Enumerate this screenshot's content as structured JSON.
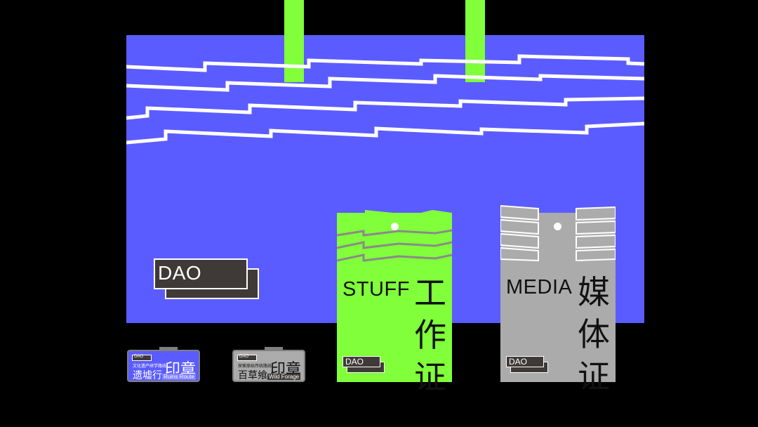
{
  "colors": {
    "tote": "#5b5cff",
    "green": "#80ff3a",
    "gray": "#ababab",
    "dark": "#3f3a38"
  },
  "tote_logo": {
    "text": "DAO"
  },
  "cards": [
    {
      "id": "staff",
      "en": "STUFF",
      "cn": [
        "工",
        "作",
        "证"
      ],
      "logo": "DAO",
      "color": "green"
    },
    {
      "id": "media",
      "en": "MEDIA",
      "cn": [
        "媒",
        "体",
        "证"
      ],
      "logo": "DAO",
      "color": "gray"
    }
  ],
  "badges": [
    {
      "logo": "DAO",
      "small": "文化遗产研学路线",
      "name": "遗墟行",
      "seal": "印章",
      "tag": "Ruins Route",
      "color": "tote"
    },
    {
      "logo": "DAO",
      "small": "探索原始传统路线",
      "name": "百草飨",
      "seal": "印章",
      "tag": "Wild Forage",
      "color": "gray"
    }
  ]
}
